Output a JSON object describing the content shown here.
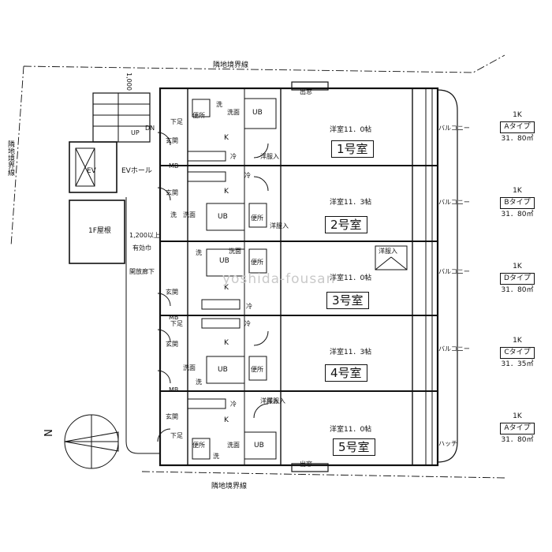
{
  "boundary": {
    "top": "隣地境界線",
    "bottom": "隣地境界線",
    "left": "隣地境界線"
  },
  "dimension": {
    "top_left": "1,000"
  },
  "windows": {
    "top": "出窓",
    "bottom": "出窓"
  },
  "common": {
    "ev": "EV",
    "ev_hall": "EVホール",
    "roof": "1F屋根",
    "up": "UP",
    "dn": "DN",
    "effective_width": "1,200以上",
    "effective_width_2": "有効巾",
    "open_corridor": "開放廊下"
  },
  "rooms": [
    {
      "number": "1号室",
      "label": "洋室11．0帖",
      "balcony": "バルコニー",
      "entry": "玄関",
      "washbasin": "洗面",
      "toilet": "便所",
      "ub": "UB",
      "kitchen": "K",
      "fridge": "冷",
      "wash": "洗",
      "storage": "洋服入",
      "mb": "MB",
      "geta": "下足",
      "info": {
        "layout": "1K",
        "type": "Aタイプ",
        "area": "31．80㎡"
      }
    },
    {
      "number": "2号室",
      "label": "洋室11．3帖",
      "balcony": "バルコニー",
      "entry": "玄関",
      "washbasin": "洗面",
      "toilet": "便所",
      "ub": "UB",
      "kitchen": "K",
      "fridge": "冷",
      "wash": "洗",
      "storage": "洋服入",
      "info": {
        "layout": "1K",
        "type": "Bタイプ",
        "area": "31．80㎡"
      }
    },
    {
      "number": "3号室",
      "label": "洋室11．0帖",
      "balcony": "バルコニー",
      "entry": "玄関",
      "washbasin": "洗面",
      "toilet": "便所",
      "ub": "UB",
      "kitchen": "K",
      "fridge": "冷",
      "wash": "洗",
      "storage": "洋服入",
      "mb": "MB",
      "geta": "下足",
      "info": {
        "layout": "1K",
        "type": "Dタイプ",
        "area": "31．80㎡"
      }
    },
    {
      "number": "4号室",
      "label": "洋室11．3帖",
      "balcony": "バルコニー",
      "entry": "玄関",
      "washbasin": "洗面",
      "toilet": "便所",
      "ub": "UB",
      "kitchen": "K",
      "fridge": "冷",
      "wash": "洗",
      "storage": "洋服入",
      "mb": "MB",
      "info": {
        "layout": "1K",
        "type": "Cタイプ",
        "area": "31．35㎡"
      }
    },
    {
      "number": "5号室",
      "label": "洋室11．0帖",
      "balcony": "ハッチ",
      "entry": "玄関",
      "washbasin": "洗面",
      "toilet": "便所",
      "ub": "UB",
      "kitchen": "K",
      "fridge": "冷",
      "wash": "洗",
      "storage": "洋服入",
      "geta": "下足",
      "info": {
        "layout": "1K",
        "type": "Aタイプ",
        "area": "31．80㎡"
      }
    }
  ],
  "compass": {
    "north": "N"
  },
  "watermark": "yoshida-fousan"
}
